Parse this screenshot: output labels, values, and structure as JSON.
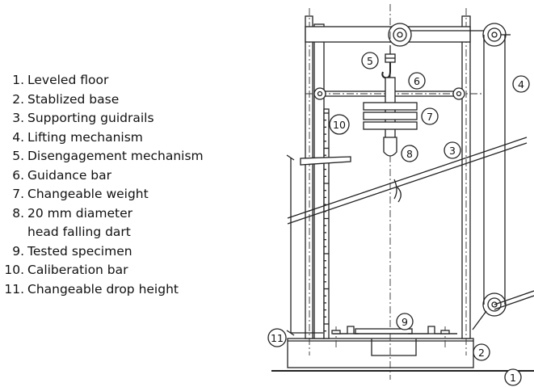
{
  "legend": [
    {
      "num": "1.",
      "text": "Leveled floor"
    },
    {
      "num": "2.",
      "text": "Stablized base"
    },
    {
      "num": "3.",
      "text": "Supporting guidrails"
    },
    {
      "num": "4.",
      "text": "Lifting mechanism"
    },
    {
      "num": "5.",
      "text": "Disengagement mechanism"
    },
    {
      "num": "6.",
      "text": "Guidance bar"
    },
    {
      "num": "7.",
      "text": "Changeable weight"
    },
    {
      "num": "8.",
      "text": "20 mm diameter",
      "cont": "head falling dart"
    },
    {
      "num": "9.",
      "text": "Tested specimen"
    },
    {
      "num": "10.",
      "text": "Caliberation bar"
    },
    {
      "num": "11.",
      "text": "Changeable drop height"
    }
  ],
  "callouts": [
    "1",
    "2",
    "3",
    "4",
    "5",
    "6",
    "7",
    "8",
    "9",
    "10",
    "11"
  ],
  "colors": {
    "line": "#222222",
    "background": "#ffffff"
  }
}
